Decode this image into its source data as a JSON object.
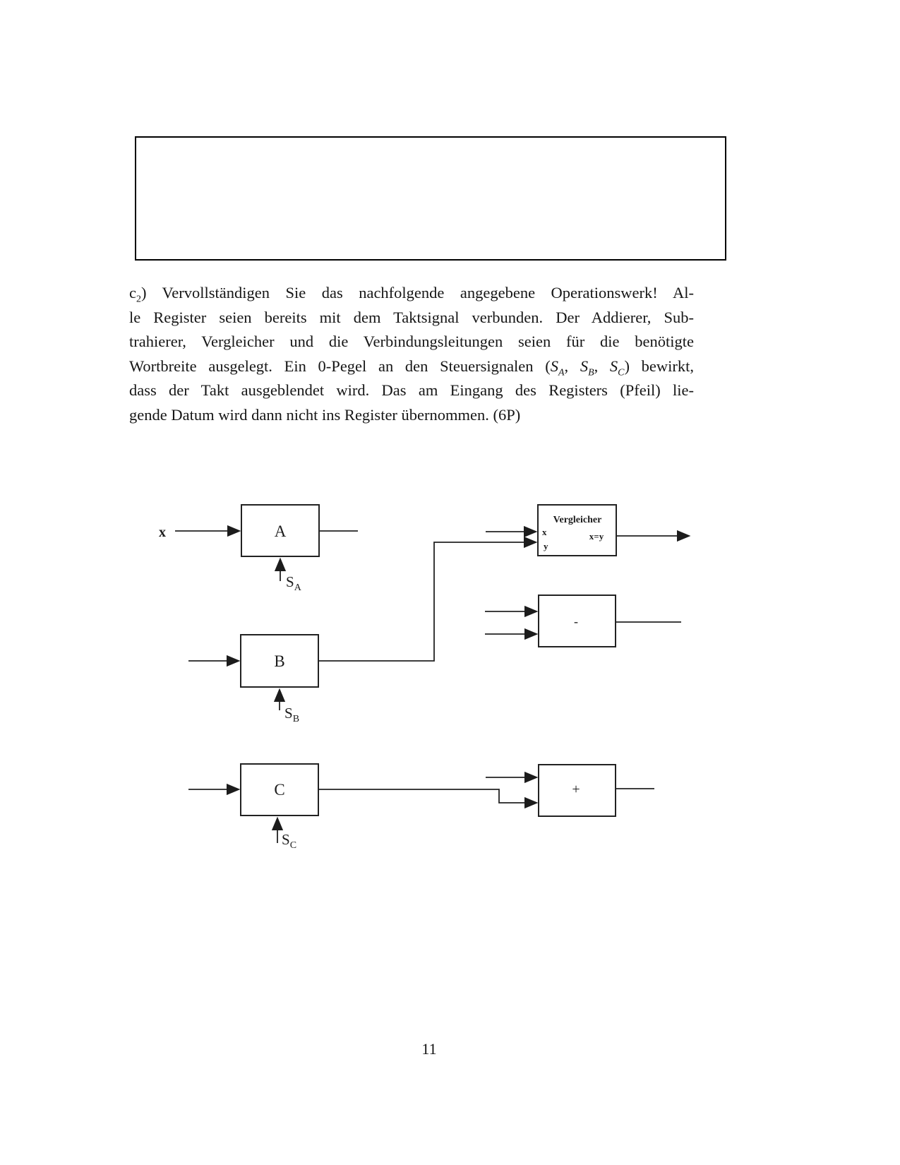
{
  "paragraph": {
    "l1_pre": "c",
    "l1_sub": "2",
    "l1_rest": ") Vervollständigen Sie das nachfolgende angegebene Operationswerk! Al-",
    "l2": "le Register seien bereits mit dem Taktsignal verbunden. Der Addierer, Sub-",
    "l3": "trahierer, Vergleicher und die Verbindungsleitungen seien für die benötigte",
    "l4_pre": "Wortbreite ausgelegt. Ein 0-Pegel an den Steuersignalen (",
    "sig": "S",
    "sig_sub_a": "A",
    "sig_sub_b": "B",
    "sig_sub_c": "C",
    "sep": ", ",
    "l4_post": ") bewirkt,",
    "l5": "dass der Takt ausgeblendet wird. Das am Eingang des Registers (Pfeil) lie-",
    "l6": "gende Datum wird dann nicht ins Register übernommen. (6P)"
  },
  "diagram": {
    "registers": [
      {
        "label": "A",
        "input_label": "x",
        "control": "S",
        "control_sub": "A"
      },
      {
        "label": "B",
        "control": "S",
        "control_sub": "B"
      },
      {
        "label": "C",
        "control": "S",
        "control_sub": "C"
      }
    ],
    "comparator": {
      "title": "Vergleicher",
      "input_x": "x",
      "input_y": "y",
      "output": "x=y"
    },
    "subtractor": {
      "label": "-"
    },
    "adder": {
      "label": "+"
    }
  },
  "page": {
    "number": "11"
  }
}
